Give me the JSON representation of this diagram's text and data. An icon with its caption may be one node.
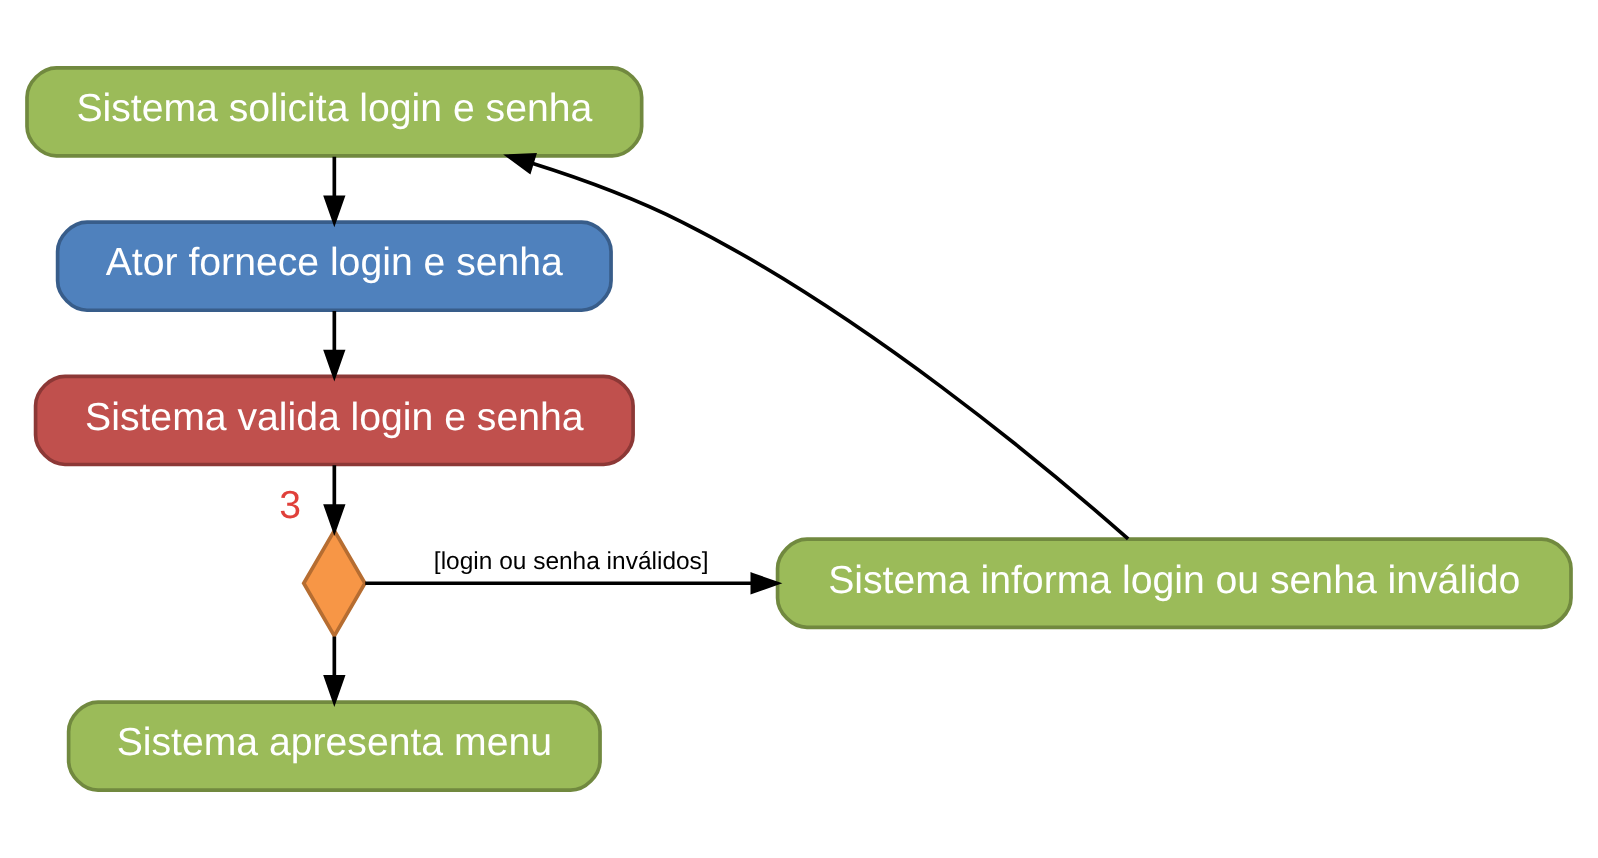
{
  "diagram": {
    "nodes": [
      {
        "text": [
          "Sistema solicita login e senha"
        ]
      },
      {
        "text": [
          "Ator fornece login e senha"
        ]
      },
      {
        "text": [
          "Sistema valida login e senha"
        ]
      },
      {
        "text": [],
        "shape": "diamond",
        "beside": [
          "3"
        ]
      },
      {
        "text": [
          "Sistema informa login ou senha inválido"
        ]
      },
      {
        "text": [
          "Sistema apresenta menu"
        ]
      }
    ],
    "edges": [
      {
        "from": 0,
        "to": 1,
        "arrow": "to"
      },
      {
        "from": 1,
        "to": 2,
        "arrow": "to"
      },
      {
        "from": 2,
        "to": 3,
        "arrow": "to"
      },
      {
        "from": 3,
        "to": 4,
        "arrow": "to",
        "label": "[login ou senha inválidos]"
      },
      {
        "from": 3,
        "to": 5,
        "arrow": "to"
      },
      {
        "from": 4,
        "to": 0,
        "arrow": "to"
      }
    ]
  }
}
